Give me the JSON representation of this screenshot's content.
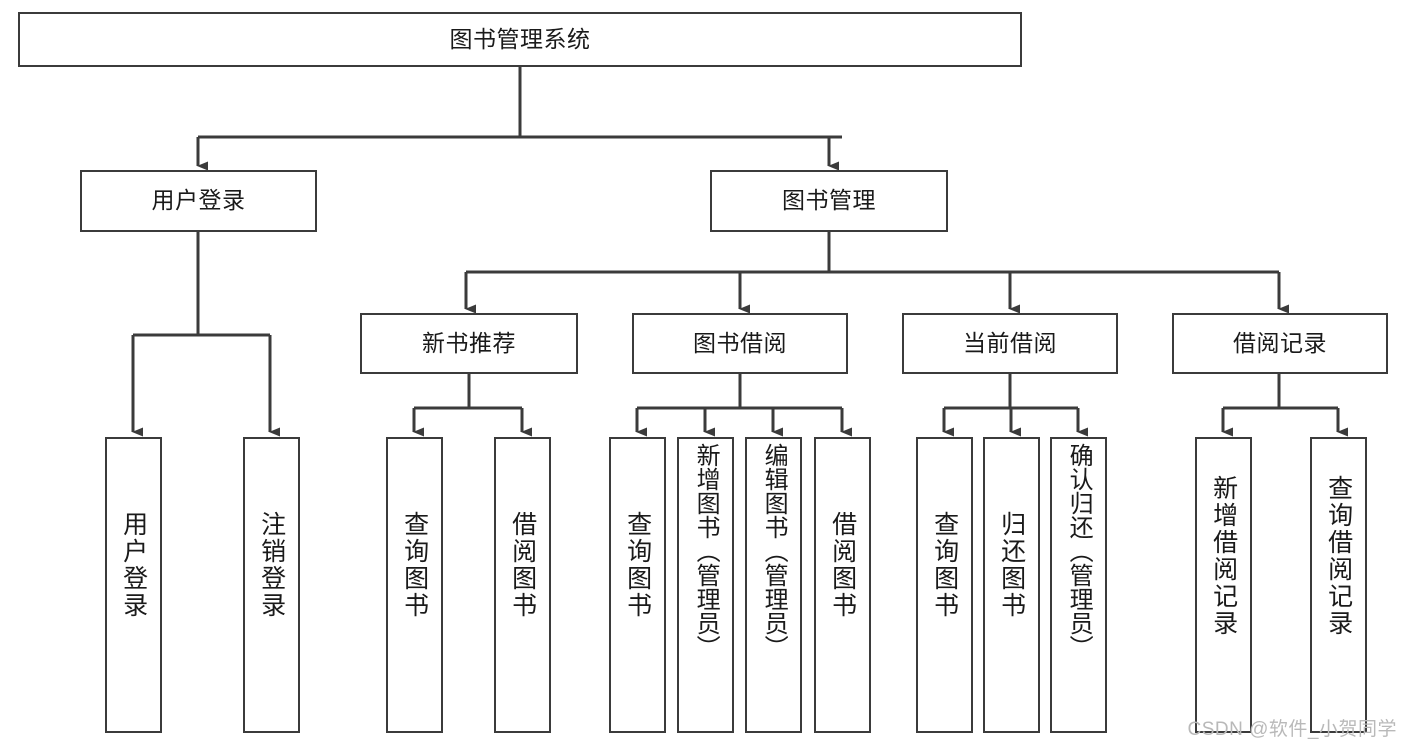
{
  "diagram": {
    "title": "图书管理系统",
    "type": "tree",
    "style": {
      "box_border_color": "#3b3b3b",
      "box_fill_color": "#ffffff",
      "edge_color": "#3b3b3b",
      "text_color": "#1a1a1a",
      "background": "#ffffff",
      "watermark_color": "#b9b9b9"
    },
    "root": {
      "label": "图书管理系统",
      "orientation": "horizontal"
    },
    "level2": [
      {
        "label": "用户登录",
        "orientation": "horizontal"
      },
      {
        "label": "图书管理",
        "orientation": "horizontal"
      }
    ],
    "level3": [
      {
        "label": "新书推荐",
        "orientation": "horizontal"
      },
      {
        "label": "图书借阅",
        "orientation": "horizontal"
      },
      {
        "label": "当前借阅",
        "orientation": "horizontal"
      },
      {
        "label": "借阅记录",
        "orientation": "horizontal"
      }
    ],
    "leaves": {
      "user_login": [
        {
          "label": "用户登录",
          "orientation": "vertical"
        },
        {
          "label": "注销登录",
          "orientation": "vertical"
        }
      ],
      "new_book_recommend": [
        {
          "label": "查询图书",
          "orientation": "vertical"
        },
        {
          "label": "借阅图书",
          "orientation": "vertical"
        }
      ],
      "book_borrow": [
        {
          "label": "查询图书",
          "orientation": "vertical"
        },
        {
          "label": "新增图书（管理员）",
          "orientation": "vertical"
        },
        {
          "label": "编辑图书（管理员）",
          "orientation": "vertical"
        },
        {
          "label": "借阅图书",
          "orientation": "vertical"
        }
      ],
      "current_borrow": [
        {
          "label": "查询图书",
          "orientation": "vertical"
        },
        {
          "label": "归还图书",
          "orientation": "vertical"
        },
        {
          "label": "确认归还（管理员）",
          "orientation": "vertical"
        }
      ],
      "borrow_record": [
        {
          "label": "新增借阅记录",
          "orientation": "vertical"
        },
        {
          "label": "查询借阅记录",
          "orientation": "vertical"
        }
      ]
    }
  },
  "watermark": {
    "text": "CSDN @软件_小贺同学"
  }
}
